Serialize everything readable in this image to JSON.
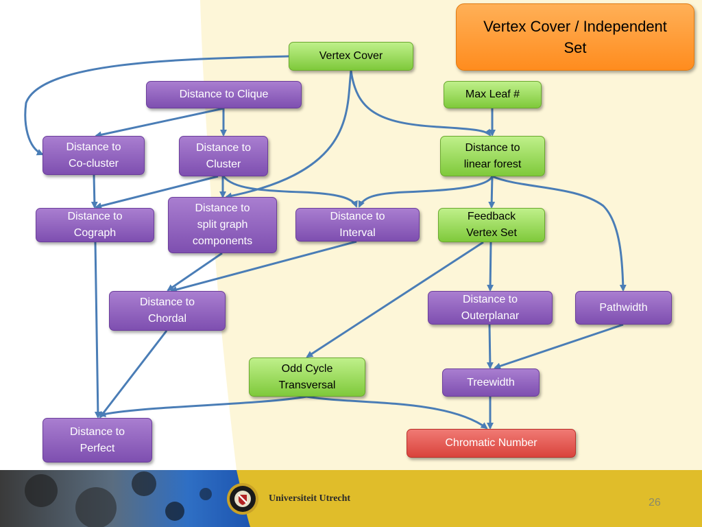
{
  "slide": {
    "title": "Vertex Cover / Independent Set",
    "page_number": "26",
    "university": "Universiteit Utrecht",
    "colors": {
      "cream_bg": "#fdf6d8",
      "footer_gold": "#e0bd2a",
      "edge_blue": "#4a7db6",
      "purple_node": "#8f60c0",
      "green_node": "#9ede5a",
      "red_node": "#e35a52",
      "orange_title": "#ff9a35"
    }
  },
  "nodes": {
    "vertex_cover": "Vertex Cover",
    "distance_to_clique": "Distance to Clique",
    "max_leaf": "Max Leaf #",
    "distance_to_cocluster": "Distance to\nCo-cluster",
    "distance_to_cluster": "Distance to\nCluster",
    "distance_to_linear_forest": "Distance to\nlinear forest",
    "distance_to_cograph": "Distance to\nCograph",
    "distance_to_split_graph_components": "Distance to\nsplit graph\ncomponents",
    "distance_to_interval": "Distance to\nInterval",
    "feedback_vertex_set": "Feedback\nVertex Set",
    "distance_to_chordal": "Distance to\nChordal",
    "distance_to_outerplanar": "Distance to\nOuterplanar",
    "pathwidth": "Pathwidth",
    "odd_cycle_transversal": "Odd Cycle\nTransversal",
    "treewidth": "Treewidth",
    "distance_to_perfect": "Distance to\nPerfect",
    "chromatic_number": "Chromatic Number"
  }
}
